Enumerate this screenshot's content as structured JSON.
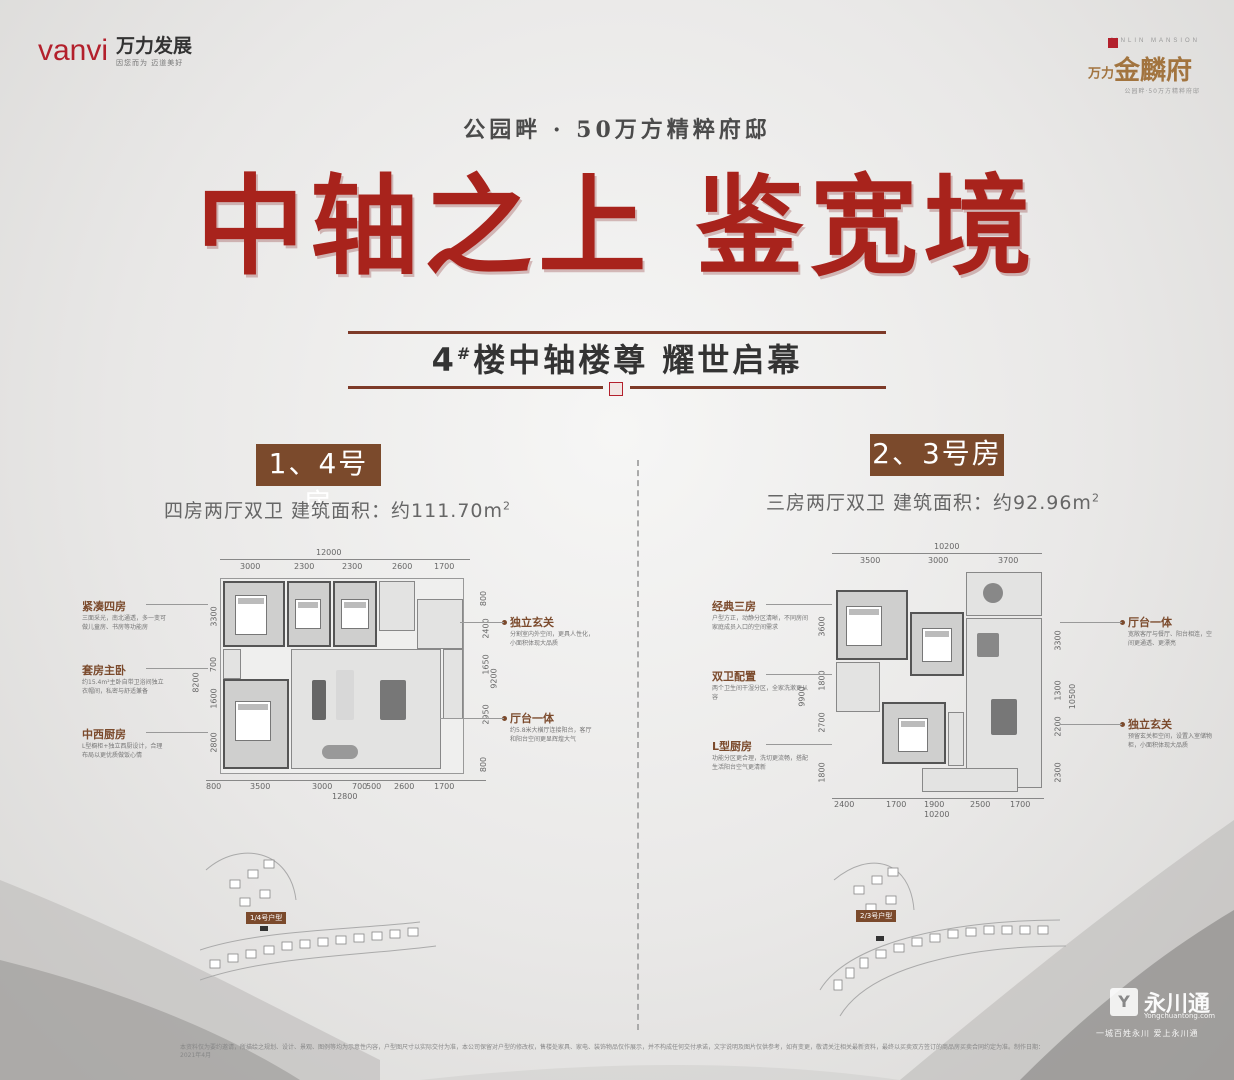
{
  "brand": {
    "latin": "vanvi",
    "cn": "万力发展",
    "slogan": "因您而为  迈道美好"
  },
  "project_logo": {
    "latin": "JINLIN MANSION",
    "name": "金麟府",
    "prefix": "万力",
    "sub": "公园畔·50万方精粹府邸"
  },
  "tagline": "公园畔 · 50万方精粹府邸",
  "title": "中轴之上  鉴宽境",
  "subtitle": {
    "num": "4",
    "sup": "#",
    "text": "楼中轴楼尊  耀世启幕"
  },
  "unit_a": {
    "tag": "1、4号房",
    "desc": "四房两厅双卫  建筑面积：约111.70m",
    "desc_sup": "2",
    "dims_top_total": "12000",
    "dims_top": [
      "3000",
      "2300",
      "2300",
      "2600",
      "1700"
    ],
    "dims_bottom": [
      "800",
      "3500",
      "3000",
      "700",
      "500",
      "2600",
      "1700"
    ],
    "dims_bottom_total": "12800",
    "dims_left": [
      "3300",
      "700",
      "1600",
      "2800"
    ],
    "dims_left_total": "8200",
    "dims_right": [
      "800",
      "2400",
      "1650",
      "2950",
      "800"
    ],
    "dims_right_total": "9200",
    "callouts_left": [
      {
        "title": "紧凑四房",
        "desc": "三面采光，南北通透，多一变可做儿童房、书房等功能房"
      },
      {
        "title": "套房主卧",
        "desc": "约15.4m²主卧自带卫浴间独立衣帽间，私密与舒适兼备"
      },
      {
        "title": "中西厨房",
        "desc": "L型橱柜+独立西厨设计，合理布局以更优质做饭心情"
      }
    ],
    "callouts_right": [
      {
        "title": "独立玄关",
        "desc": "分割室内外空间，更具人性化，小面积体现大品质"
      },
      {
        "title": "厅台一体",
        "desc": "约5.8米大横厅连接阳台，客厅和阳台空间更显辉煌大气"
      }
    ],
    "site_tag": "1/4号户型"
  },
  "unit_b": {
    "tag": "2、3号房",
    "desc": "三房两厅双卫  建筑面积：约92.96m",
    "desc_sup": "2",
    "dims_top_total": "10200",
    "dims_top": [
      "3500",
      "3000",
      "3700"
    ],
    "dims_bottom": [
      "2400",
      "1700",
      "1900",
      "2500",
      "1700"
    ],
    "dims_bottom_total": "10200",
    "dims_left": [
      "3600",
      "1800",
      "2700",
      "1800"
    ],
    "dims_left_total": "9900",
    "dims_right": [
      "3300",
      "1300",
      "2200",
      "2300"
    ],
    "dims_right_total": "10500",
    "callouts_left": [
      {
        "title": "经典三房",
        "desc": "户型方正，动静分区清晰，不同房间家庭成员入口的空间需求"
      },
      {
        "title": "双卫配置",
        "desc": "两个卫生间干湿分区，全家洗漱更从容"
      },
      {
        "title": "L型厨房",
        "desc": "功能分区更合理，洗切更流畅，搭配生活阳台空气更清新"
      }
    ],
    "callouts_right": [
      {
        "title": "厅台一体",
        "desc": "宽敞客厅与餐厅、阳台相连，空间更通透、更漂亮"
      },
      {
        "title": "独立玄关",
        "desc": "预留玄关柜空间，设置入室储物柜，小面积体现大品质"
      }
    ],
    "site_tag": "2/3号户型"
  },
  "disclaimer": "本资料仅为要约邀请，所描绘之规划、设计、景观、图例等均为示意性内容，户型图尺寸以实际交付为准，本公司保留对户型的修改权，售楼处家具、家电、装饰物品仅作展示，并不构成任何交付承诺，文字说明及图片仅供参考，如有变更，敬请关注相关最新资料，最终以买卖双方签订的商品房买卖合同约定为准。制作日期：2021年4月",
  "watermark": {
    "badge": "Y",
    "name": "永川通",
    "url": "Yongchuantong.com",
    "slogan": "一城百姓永川   爱上永川通"
  },
  "colors": {
    "accent_red": "#a8231c",
    "brand_brown": "#7b4a2c",
    "brand_red": "#b3202c",
    "gold": "#a2743f"
  }
}
